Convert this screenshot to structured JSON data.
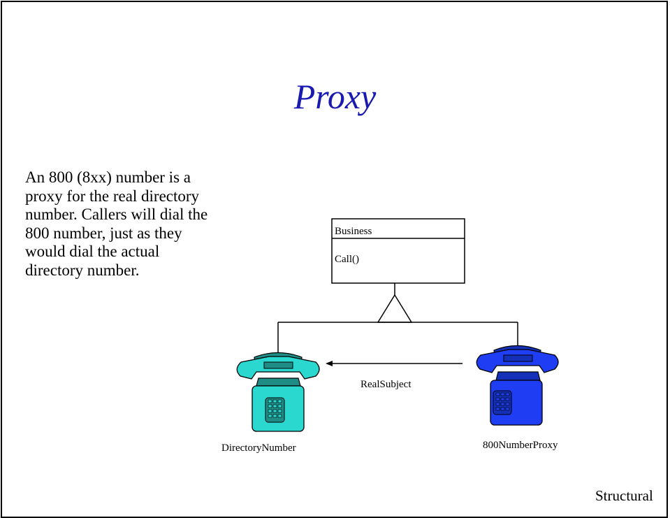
{
  "slide": {
    "title": "Proxy",
    "description": "An 800 (8xx) number is a proxy for the real directory number. Callers will dial the 800 number, just as they would dial the actual directory number.",
    "footer": "Structural"
  },
  "diagram": {
    "business_class": {
      "name": "Business",
      "method": "Call()"
    },
    "left_class": {
      "name": "DirectoryNumber",
      "icon": "telephone-icon",
      "color": "#2ad8d0",
      "dark_color": "#1f8c86"
    },
    "right_class": {
      "name": "800NumberProxy",
      "icon": "telephone-icon",
      "color": "#1f3df2",
      "dark_color": "#1530b8"
    },
    "association_label": "RealSubject"
  },
  "colors": {
    "title": "#1a1ab0",
    "line": "#000000"
  }
}
